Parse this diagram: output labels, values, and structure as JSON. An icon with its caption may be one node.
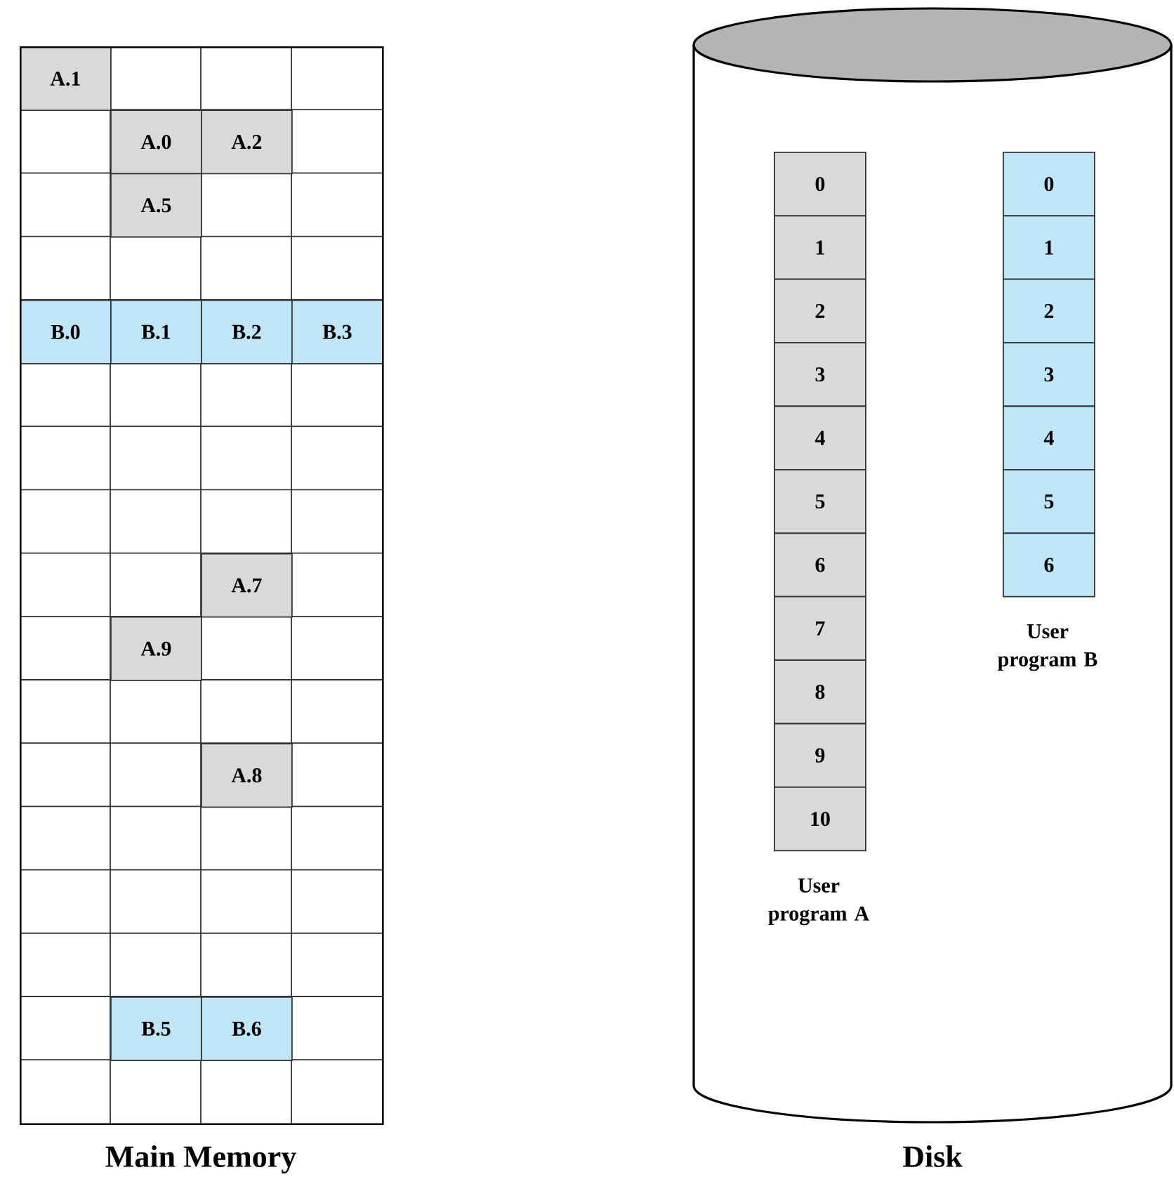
{
  "diagram": {
    "nodes": [
      {
        "text": [
          "Main Memory"
        ]
      },
      {
        "text": [
          "A.1"
        ],
        "in": 0
      },
      {
        "text": [
          "A.0"
        ],
        "in": 0
      },
      {
        "text": [
          "A.2"
        ],
        "in": 0
      },
      {
        "text": [
          "A.5"
        ],
        "in": 0
      },
      {
        "text": [
          "B.0"
        ],
        "in": 0
      },
      {
        "text": [
          "B.1"
        ],
        "in": 0
      },
      {
        "text": [
          "B.2"
        ],
        "in": 0
      },
      {
        "text": [
          "B.3"
        ],
        "in": 0
      },
      {
        "text": [
          "A.7"
        ],
        "in": 0
      },
      {
        "text": [
          "A.9"
        ],
        "in": 0
      },
      {
        "text": [
          "A.8"
        ],
        "in": 0
      },
      {
        "text": [
          "B.5"
        ],
        "in": 0
      },
      {
        "text": [
          "B.6"
        ],
        "in": 0
      },
      {
        "text": [
          "Disk"
        ]
      },
      {
        "text": [
          "0"
        ],
        "in": 14
      },
      {
        "text": [
          "1"
        ],
        "in": 14
      },
      {
        "text": [
          "2"
        ],
        "in": 14
      },
      {
        "text": [
          "3"
        ],
        "in": 14
      },
      {
        "text": [
          "4"
        ],
        "in": 14
      },
      {
        "text": [
          "5"
        ],
        "in": 14
      },
      {
        "text": [
          "6"
        ],
        "in": 14
      },
      {
        "text": [
          "7"
        ],
        "in": 14
      },
      {
        "text": [
          "8"
        ],
        "in": 14
      },
      {
        "text": [
          "9"
        ],
        "in": 14
      },
      {
        "text": [
          "10"
        ],
        "in": 14
      },
      {
        "text": [
          "0"
        ],
        "in": 14
      },
      {
        "text": [
          "1"
        ],
        "in": 14
      },
      {
        "text": [
          "2"
        ],
        "in": 14
      },
      {
        "text": [
          "3"
        ],
        "in": 14
      },
      {
        "text": [
          "4"
        ],
        "in": 14
      },
      {
        "text": [
          "5"
        ],
        "in": 14
      },
      {
        "text": [
          "6"
        ],
        "in": 14
      }
    ],
    "labels": [
      "User program A",
      "User program B"
    ]
  }
}
